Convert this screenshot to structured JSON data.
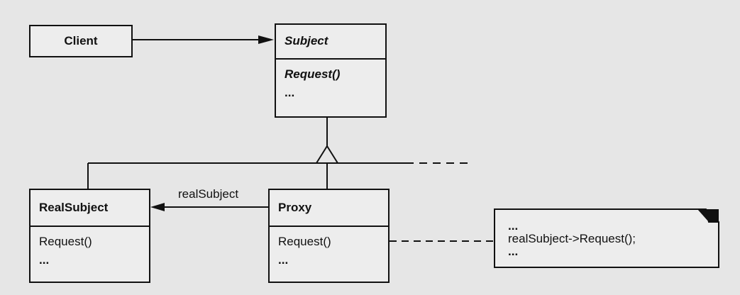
{
  "client": {
    "name": "Client"
  },
  "subject": {
    "name": "Subject",
    "operations": [
      "Request()",
      "..."
    ]
  },
  "realsubject": {
    "name": "RealSubject",
    "operations": [
      "Request()",
      "..."
    ]
  },
  "proxy": {
    "name": "Proxy",
    "operations": [
      "Request()",
      "..."
    ]
  },
  "association": {
    "label": "realSubject"
  },
  "note": {
    "lines": [
      "...",
      "realSubject->Request();",
      "..."
    ]
  }
}
